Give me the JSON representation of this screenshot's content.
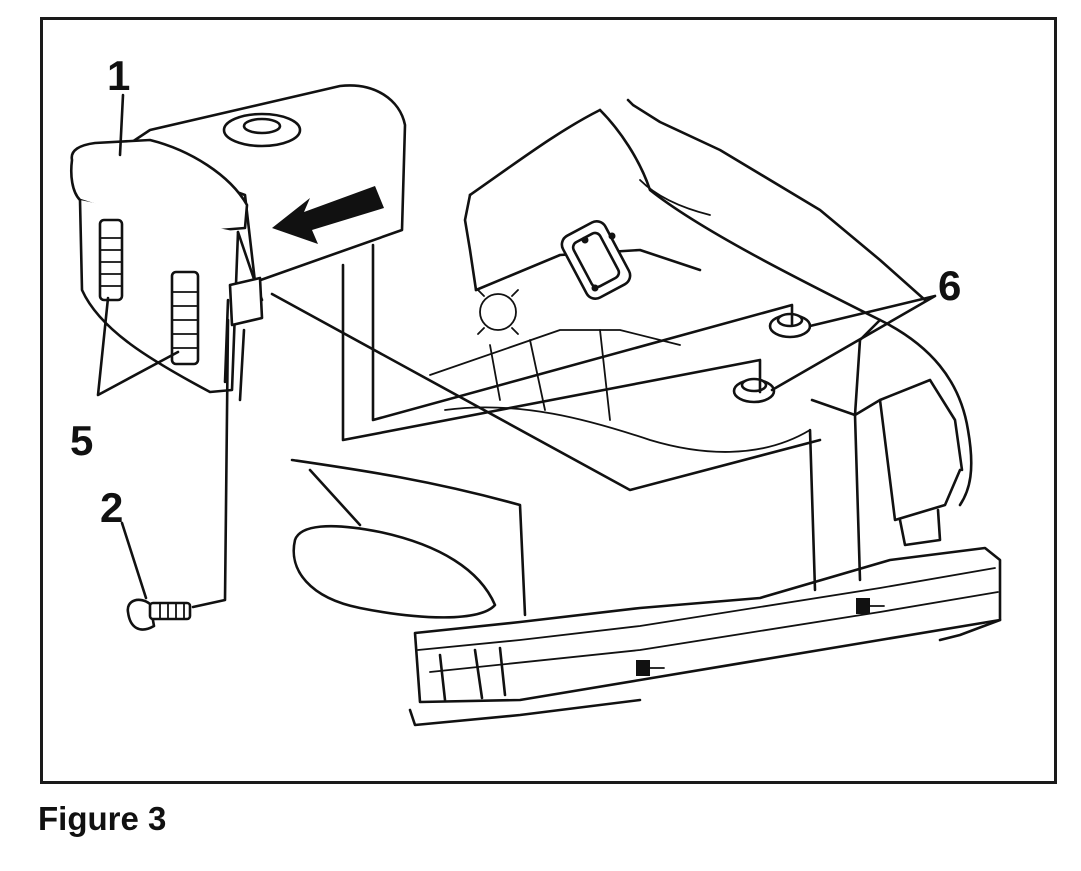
{
  "figure": {
    "caption": "Figure 3",
    "callouts": [
      {
        "id": "1",
        "label": "1"
      },
      {
        "id": "2",
        "label": "2"
      },
      {
        "id": "5",
        "label": "5"
      },
      {
        "id": "6",
        "label": "6"
      }
    ]
  }
}
